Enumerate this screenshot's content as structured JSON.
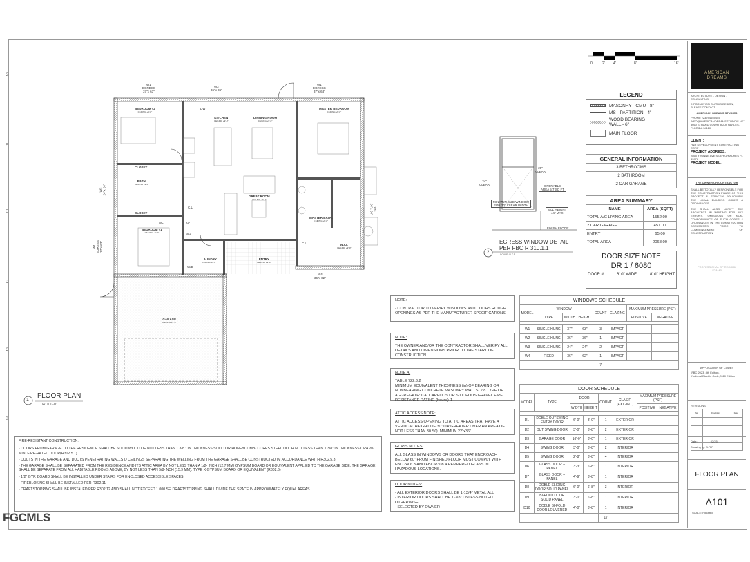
{
  "grid_letters": [
    "G",
    "F",
    "E",
    "D",
    "C",
    "B"
  ],
  "watermark": "FGCMLS",
  "scale_bar": {
    "ticks": [
      "0'",
      "2'",
      "4'",
      "8'",
      "16'"
    ]
  },
  "floor_plan": {
    "number": "1",
    "title": "FLOOR PLAN",
    "scale": "1/4\" = 1'-0\"",
    "rooms": [
      {
        "name": "BEDROOM #2",
        "ceiling": "CEILING +9'-0\""
      },
      {
        "name": "KITCHEN",
        "ceiling": "CEILING +9'-0\""
      },
      {
        "name": "DINNING ROOM",
        "ceiling": "CEILING +9'-0\""
      },
      {
        "name": "MASTER BEDROOM",
        "ceiling": "CEILING +9'-0\""
      },
      {
        "name": "CLOSET",
        "ceiling": ""
      },
      {
        "name": "BATH.",
        "ceiling": "CEILING +9'-0\""
      },
      {
        "name": "CLOSET",
        "ceiling": ""
      },
      {
        "name": "BEDROOM #1",
        "ceiling": "CEILING +9'-0\""
      },
      {
        "name": "GREAT ROOM",
        "ceiling": "CEILING +9'-0\""
      },
      {
        "name": "MASTER BATH.",
        "ceiling": "CEILING +9'-0\""
      },
      {
        "name": "W.CL",
        "ceiling": "CEILING +9'-0\""
      },
      {
        "name": "LAUNDRY",
        "ceiling": "CEILING +9'-0\""
      },
      {
        "name": "ENTRY",
        "ceiling": "CEILING +9'-0\""
      },
      {
        "name": "GARAGE",
        "ceiling": "CEILING +9'-0\""
      }
    ],
    "fixtures": [
      "DW",
      "C.L",
      "AC",
      "WH",
      "W/D",
      "C.L",
      "AC."
    ],
    "window_tags": [
      {
        "id": "W1",
        "label": "EGRESS",
        "size": "37\"x 63\""
      },
      {
        "id": "W2",
        "label": "",
        "size": "36\"x 36\""
      },
      {
        "id": "W1",
        "label": "EGRESS",
        "size": "37\"x 63\""
      },
      {
        "id": "W3",
        "label": "",
        "size": "24\"x 24\""
      },
      {
        "id": "W1",
        "label": "EGRESS",
        "size": "37\"x 63\""
      },
      {
        "id": "W3",
        "label": "",
        "size": "24\"x 24\""
      },
      {
        "id": "W4",
        "label": "",
        "size": "36\"x 62\""
      }
    ]
  },
  "fire_resistant": {
    "title": "FIRE-RESISTANT CONSTRUCTION:",
    "items": [
      "- DOORS FROM GARAGE TO THE RESIDENCE SHALL BE SOLID WOOD OF NOT LESS THAN 1 3/8 \" IN THICKNESS,SOLID OR HONEYCOMB- CORES STEEL DOOR NOT LESS THAN 1 3/8\" IN THICKNESS ORA 20-MIN, FIRE-RATED DOOR(R302.5.1).",
      "- DUCTS IN THE GARAGE AND DUCTS PENETRATING WALLS O CEILINGS SEPARATING THE WELLING FROM THE GARAGE SHALL BE CONSTRUCTED IM ACCORDANCE WHITH R302.5.3",
      "- THE GARAGE SHALL BE SEPARATED FROM THE RESIDENCE AND ITS ATTIC AREA BY NOT LESS THAN A 1/2- INCH (12.7 MM) GYPSUM BOARD OR EQUIVALENT APPLIED TO THE GARAGE SIDE. THE GARAGE SHALL BE SEPARATE FROM ALL HABITABLE ROOMS ABOVE, BY NOT LESS THAN 5/8- NCH (15.9 MM). TYPE X GYPSUM BOARD OR EQUIVALENT (R302.6)",
      "- 1/2\" GYP. BOARD SHALL BE INSTALLED UNDER STAIRS FOR ENCLOSED ACCESSIBLE SPACES.",
      "- FIREBLOKING SHALL BE INSTALLED PER R302.11",
      "- DRAFTSTOPPING SHALL BE INSTALED PER R302.12 AND SHALL NOT EXCEED 1.000 SF. DRAFTSTOPPING SHALL DIVIDE THE SPACE IN APPROXIMATELY EQUAL AREAS."
    ]
  },
  "notes": [
    {
      "title": "NOTE:",
      "text": "- CONTRACTOR TO VERIFY WINDOWS AND DOORS ROUGH OPENINGS AS PER THE MANUFACTURER SPECIFICATIONS."
    },
    {
      "title": "NOTE:",
      "text": "THE OWNER AND/OR THE CONTRACTOR SHALL VERIFY ALL DETAILS AND DIMENSIONS PRIOR TO THE START OF CONSTRUCTION."
    },
    {
      "title": "NOTE A:",
      "text": "TABLE 722.3.2\nMINIMUM EQUIVALENT THICKNESS (in) OF BEARING OR NONBEARING CONCRETE MASONRY WALLS: 2.8 TYPE OF AGGREGATE: CALCAREOUS OR SILICEOUS GRAVEL FIRE RESISTANCE RATING (hours): 1"
    },
    {
      "title": "ATTIC ACCESS NOTE:",
      "text": "ATTIC ACCESS OPENING TO ATTIC AREAS THAT HAVE A VERTICAL HEIGHT OF 30\" OR GREATER OVER AN AREA OF NOT LESS THAN 30 SQ. MINIMUN 22\"x36\"."
    },
    {
      "title": "GLASS NOTES:",
      "text": "ALL GLASS IN WINDOWS OR DOORS THAT ENCROACH BELOW 60\" FROM FINISHED FLOOR MUST COMPLY WITH FBC 2406.3 AND FBC R308.4 PEMPERED GLASS IN HAZADOUS LOCATIONS."
    },
    {
      "title": "DOOR NOTES:",
      "text": "- ALL EXTERIOR DOORS SHALL BE 1-13/4\" METAL ALL\n- INTERIOR DOORS SHALL BE 1-3/8\" UNLESS NOTED OTHERWISE\n- SELECTED BY OWNER"
    }
  ],
  "egress_detail": {
    "number": "2",
    "title_line1": "EGRESS WINDOW DETAIL",
    "title_line2": "PER FBC R 310.1.1",
    "scale": "SCALE: N.T.S.",
    "clear_width": "20\"\nCLEAR",
    "clear_height": "24\"\nCLEAR",
    "openable": "OPENABLE\nAREA 5.7 SQ FT",
    "min_size": "MINIMUN SIZE WINDOW\nFOR 20\" CLEAR WIDTH",
    "sill": "SILL HEIGHT\n44\" MAX",
    "finish_floor": "FINISH FLOOR"
  },
  "legend": {
    "title": "LEGEND",
    "items": [
      "MASONRY - CMU - 8\"",
      "MS - PARTITION - 4\"",
      "WOOD BEARING WALL - 6\"",
      "MAIN FLOOR"
    ]
  },
  "general_information": {
    "title": "GENERAL INFORMATION",
    "items": [
      "3 BETHROOMS",
      "2 BATHROOM",
      "2 CAR GARAGE"
    ]
  },
  "area_summary": {
    "title": "AREA SUMMARY",
    "headers": [
      "NAME",
      "AREA (SQFT)"
    ],
    "rows": [
      [
        "TOTAL A/C LIVING AREA",
        "1552.00"
      ],
      [
        "2 CAR GARAGE",
        "451.00"
      ],
      [
        "ENTRY",
        "65.00"
      ],
      [
        "TOTAL AREA",
        "2068.00"
      ]
    ]
  },
  "door_size_note": {
    "title": "DOOR SIZE NOTE",
    "code": "DR 1 / 6080",
    "door_num": "DOOR #",
    "wide": "6' 0\" WIDE",
    "height": "8' 0\" HEIGHT"
  },
  "windows_schedule": {
    "title": "WINDOWS SCHEDULE",
    "h_model": "MODEL",
    "h_window": "WINDOW",
    "h_type": "TYPE",
    "h_width": "WIDTH",
    "h_height": "HEIGHT",
    "h_count": "COUNT",
    "h_glazing": "GLAZING",
    "h_pressure": "MAXIMUM  PRESSURE (PSF)",
    "h_pos": "POSITIVE",
    "h_neg": "NEGATIVE",
    "rows": [
      [
        "W1",
        "SINGLE HUNG",
        "37\"",
        "63\"",
        "3",
        "IMPACT"
      ],
      [
        "W2",
        "SINGLE HUNG",
        "36\"",
        "36\"",
        "1",
        "IMPACT"
      ],
      [
        "W3",
        "SINGLE HUNG",
        "24\"",
        "24\"",
        "2",
        "IMPACT"
      ],
      [
        "W4",
        "FIXED",
        "36\"",
        "62\"",
        "1",
        "IMPACT"
      ]
    ],
    "total": "7"
  },
  "door_schedule": {
    "title": "DOOR SCHEDULE",
    "h_model": "MODEL",
    "h_type": "TYPE",
    "h_door": "DOOR",
    "h_width": "WIDTH",
    "h_height": "HEIGHT",
    "h_count": "COUNT",
    "h_clasif": "CLASIF. (EXT.-INT.)",
    "h_pressure": "MAXIMUM  PRESSURE (PSF)",
    "h_pos": "POSITIVE",
    "h_neg": "NEGATIVE",
    "rows": [
      [
        "D1",
        "DOBLE OUTSWING ENTRY DOOR",
        "6'-0\"",
        "8'-0\"",
        "1",
        "EXTERIOR"
      ],
      [
        "D2",
        "OUT SWING DOOR",
        "3'-0\"",
        "6'-8\"",
        "2",
        "EXTERIOR"
      ],
      [
        "D3",
        "GARAGE DOOR",
        "16'-0\"",
        "8'-0\"",
        "1",
        "EXTERIOR"
      ],
      [
        "D4",
        "SWING DOOR",
        "3'-0\"",
        "6'-8\"",
        "2",
        "INTERIOR"
      ],
      [
        "D5",
        "SWING DOOR",
        "2'-8\"",
        "6'-8\"",
        "4",
        "INTERIOR"
      ],
      [
        "D6",
        "GLASS DOOR + PANEL",
        "3'-3\"",
        "6'-8\"",
        "1",
        "INTERIOR"
      ],
      [
        "D7",
        "GLASS DOOR + PANEL",
        "4'-9\"",
        "6'-8\"",
        "1",
        "INTERIOR"
      ],
      [
        "D8",
        "DOBLE SLIDING DOOR SOLID PANEL",
        "6'-0\"",
        "6'-8\"",
        "3",
        "INTERIOR"
      ],
      [
        "D9",
        "BI-FOLD DOOR SOLID PANEL",
        "3'-0\"",
        "6'-8\"",
        "1",
        "INTERIOR"
      ],
      [
        "D10",
        "DOBLE BI-FOLD DOOR LOUVERED",
        "4'-0\"",
        "6'-8\"",
        "1",
        "INTERIOR"
      ]
    ],
    "total": "17"
  },
  "title_block": {
    "logo_text": "AMERICAN DREAMS",
    "tagline": "ARCHITECTURE - DESIGN - CONSULTING",
    "contact_intro": "INFORMATION ON THIS DESIGN, PLEASE CONTACT:",
    "studio": "AMERICAN DREAMS STUDIOS",
    "contact": "PHONE: (239) 4655455 INFO@AMERICANDREAMSSTUDIOS.NET 5660 STRAND COURT # 204 NAPLES, FLORIDA 34110.",
    "client_label": "CLIENT:",
    "client": "H&R DEVELOPMENT CONTRACTING CORP",
    "address_label": "PROJECT ADDRESS:",
    "address": "2865 YVONNE AVE S LEHIGH ACRES FL 33976",
    "model_label": "PROJECT MODEL:",
    "owner_title": "THE OWNER OR CONTRACTOR",
    "owner_text1": "SHALL BE TOTALLY RESPONSIBLE FOR THE CONSTRUCTION PHASE OF THIS PROJECT & STRICTLY FOLLOWING THE LOCAL BUILDING CODES & ORDINANCES.",
    "owner_text2": "THE SHALL ALSO NOTIFY THE ARCHITECT IN WRITING FOR ANY ERRORS, OMISSIONS OR NON-CONFORMANCE OF SUCH CODES & ORDINANCES IN THE CONSTRUCTION DOCUMENTS PRIOR TO COMMENCEMENT OF CONSTRUCTION.",
    "stamp": "PROFESSIONAL OF RECORD STAMP",
    "codes_title": "APPLICATION OF CODES",
    "codes": "-FBC 2023, 8th Edition.\n-National Electric Code,2020 Edition.",
    "revisions_label": "REVISIONS:",
    "rev_headers": [
      "No.",
      "Description",
      "Date"
    ],
    "date_label": "Date:",
    "date": "02/25",
    "drawn_label": "Drawing by:",
    "drawn": "D.R.R",
    "sheet_title": "FLOOR PLAN",
    "sheet_number": "A101",
    "scale_label": "SCALE:",
    "scale": "Indicated"
  },
  "colors": {
    "line": "#333333",
    "hatch": "#777777",
    "logo_bg": "#151515",
    "logo_text": "#c9b98a"
  }
}
